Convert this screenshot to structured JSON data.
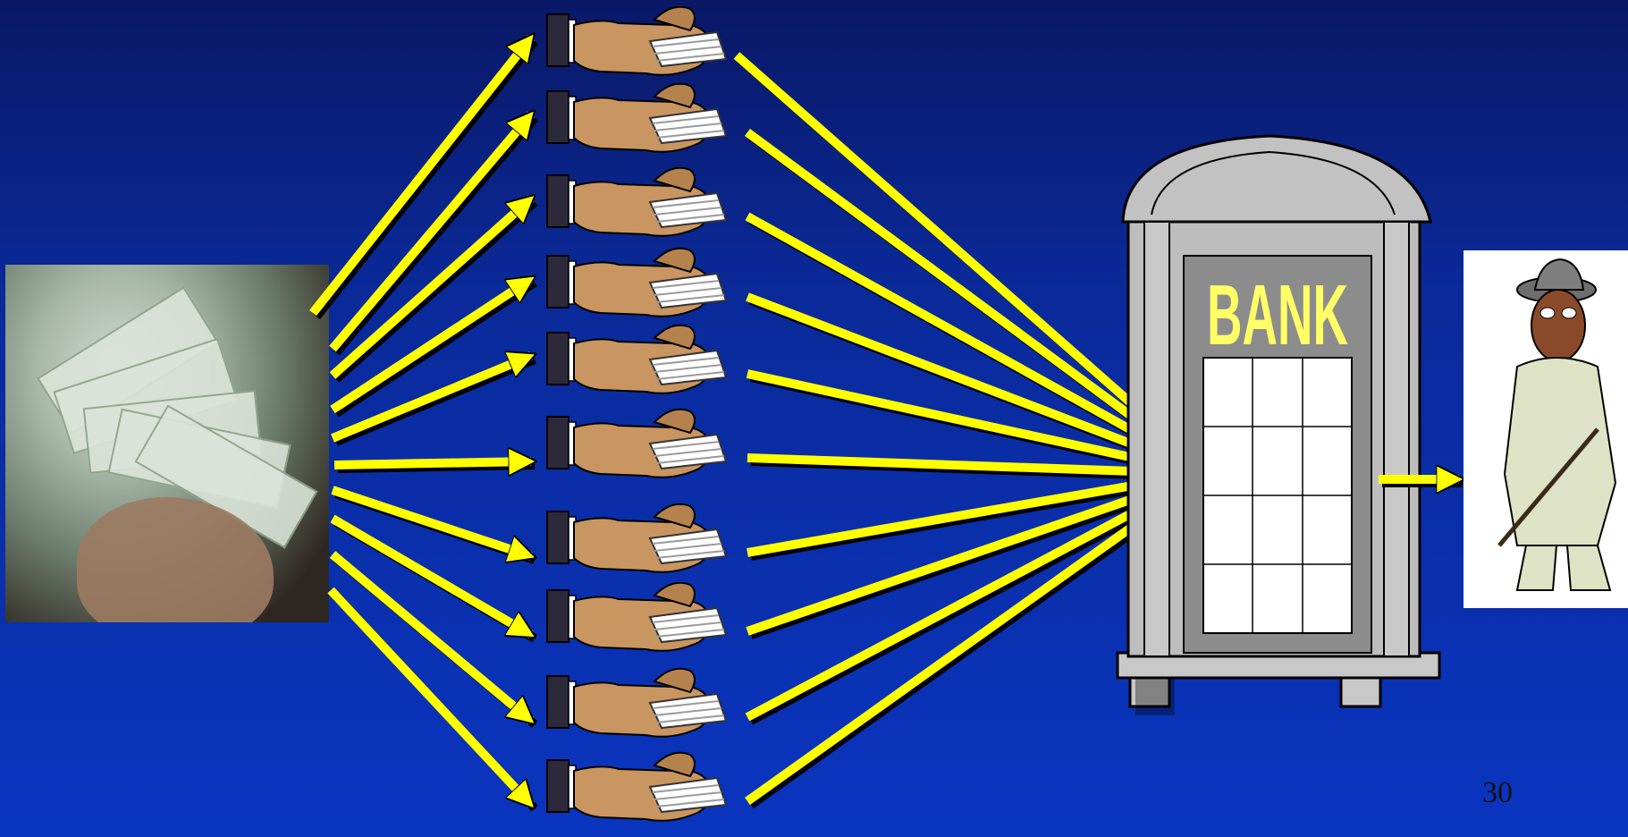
{
  "diagram": {
    "bank_label": "BANK",
    "slide_number": "30",
    "colors": {
      "arrow": "#ffff00",
      "bank_body": "#bebebe",
      "bank_label": "#ffff66",
      "background": "#0a2a9a"
    },
    "recipient_count": 10,
    "icons": {
      "source": "cash-stack-photo-icon",
      "recipient": "hand-holding-money-icon",
      "bank": "bank-building-icon",
      "thief": "gangster-icon"
    }
  }
}
